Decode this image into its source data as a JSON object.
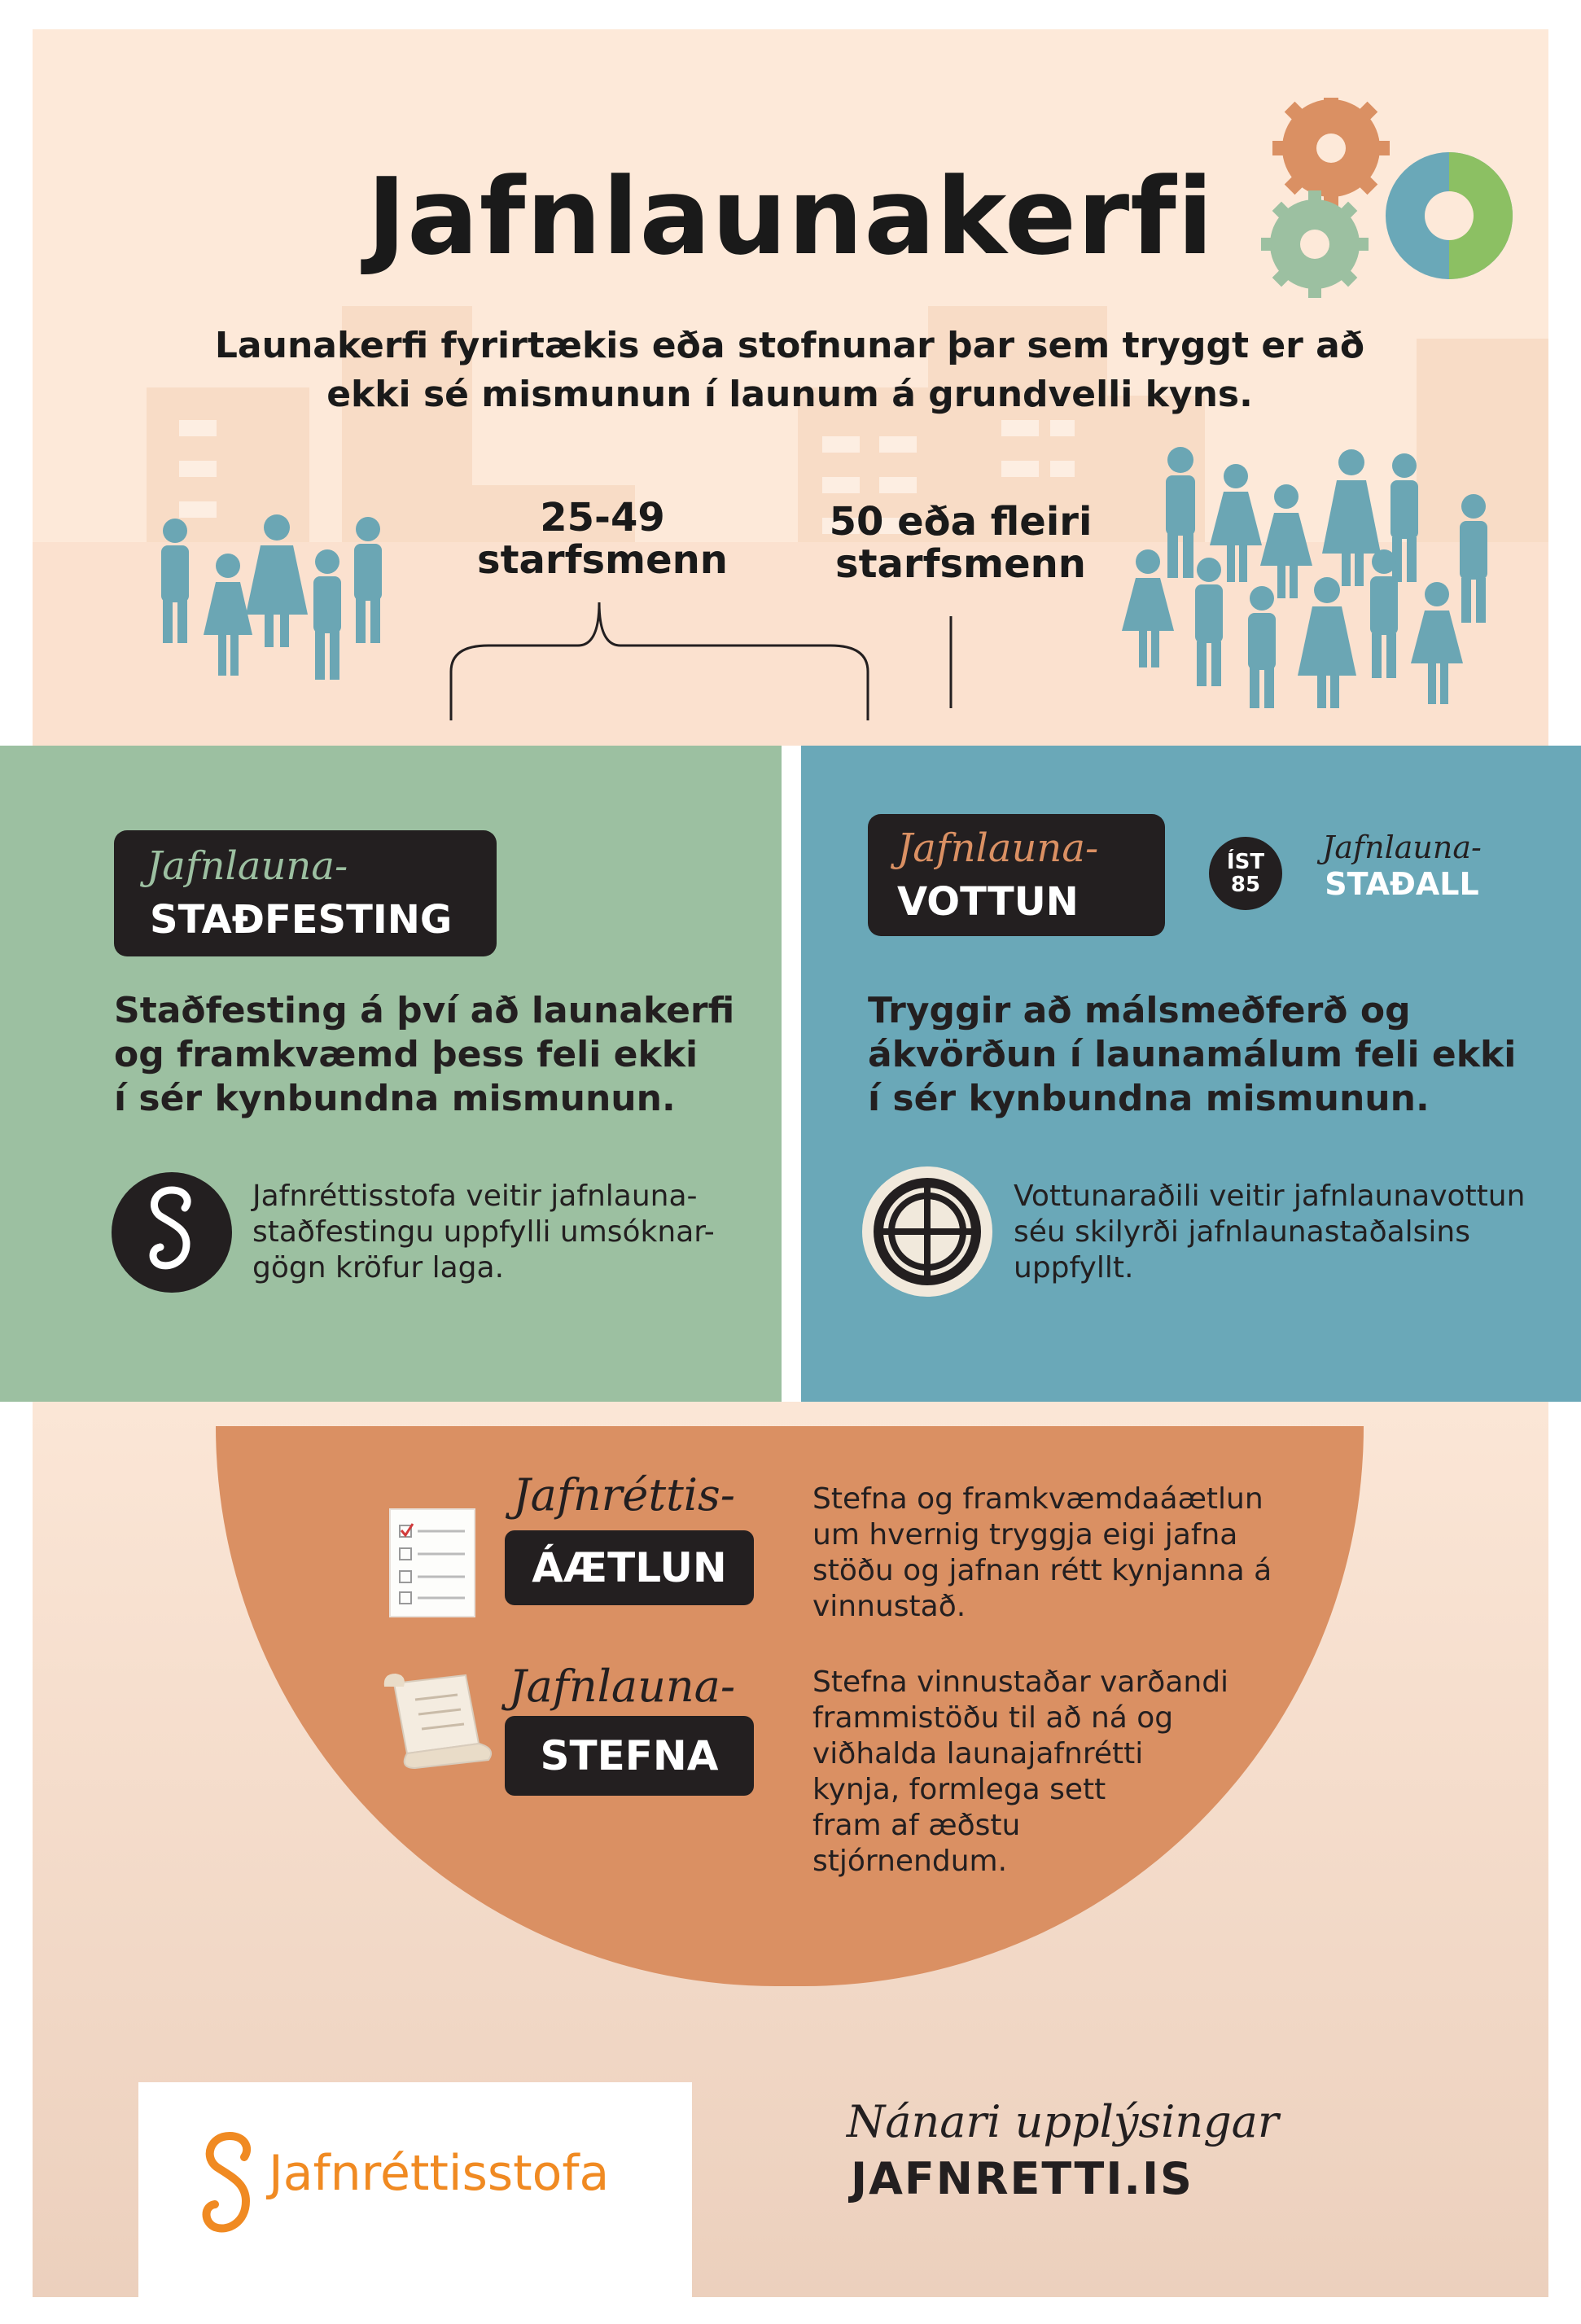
{
  "header": {
    "title": "Jafnlaunakerfi",
    "intro_line1": "Launakerfi fyrirtækis eða stofnunar þar sem tryggt er að",
    "intro_line2": "ekki sé mismunun í launum á grundvelli kyns."
  },
  "employees": {
    "small_count": "25-49",
    "small_label": "starfsmenn",
    "large_count": "50 eða fleiri",
    "large_label": "starfsmenn"
  },
  "stadfesting": {
    "badge_small": "Jafnlauna-",
    "badge_big": "STAÐFESTING",
    "desc_lines": [
      "Staðfesting á því að launakerfi",
      "og framkvæmd þess feli ekki",
      "í sér kynbundna mismunun."
    ],
    "note_lines": [
      "Jafnréttisstofa veitir jafnlauna-",
      "staðfestingu uppfylli umsóknar-",
      "gögn kröfur laga."
    ]
  },
  "vottun": {
    "badge_small": "Jafnlauna-",
    "badge_big": "VOTTUN",
    "standard_code_top": "ÍST",
    "standard_code_bottom": "85",
    "standard_small": "Jafnlauna-",
    "standard_big": "STAÐALL",
    "desc_lines": [
      "Tryggir að málsmeðferð og",
      "ákvörðun í launamálum feli ekki",
      "í sér kynbundna mismunun."
    ],
    "note_lines": [
      "Vottunaraðili veitir jafnlaunavottun",
      "séu skilyrði jafnlaunastaðalsins",
      "uppfyllt."
    ]
  },
  "aaetlun": {
    "script": "Jafnréttis-",
    "label": "ÁÆTLUN",
    "text_lines": [
      "Stefna og framkvæmdaáætlun",
      "um hvernig tryggja eigi jafna",
      "stöðu og jafnan rétt kynjanna á",
      "vinnustað."
    ]
  },
  "stefna": {
    "script": "Jafnlauna-",
    "label": "STEFNA",
    "text_lines": [
      "Stefna vinnustaðar varðandi",
      "frammistöðu til að ná og",
      "viðhalda launajafnrétti",
      "kynja, formlega sett",
      "fram af æðstu",
      "stjórnendum."
    ]
  },
  "footer": {
    "logo_text": "Jafnréttisstofa",
    "more_info": "Nánari upplýsingar",
    "url": "JAFNRETTI.IS"
  },
  "colors": {
    "peach": "#fde9d9",
    "green": "#9cc0a1",
    "blue": "#6aa8b8",
    "terracotta": "#da9063",
    "dark": "#231f20",
    "orange": "#f08a22",
    "people": "#6ba6b4"
  }
}
